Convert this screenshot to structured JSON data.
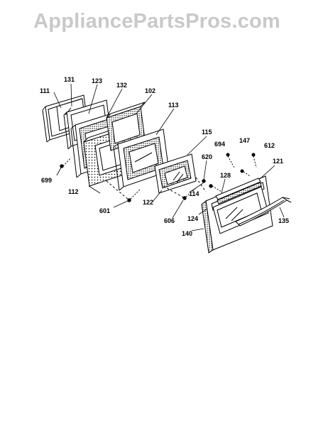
{
  "watermark": {
    "text": "AppliancePartsPros.com"
  },
  "callouts": {
    "c111": "111",
    "c131": "131",
    "c123": "123",
    "c132": "132",
    "c102": "102",
    "c113": "113",
    "c115": "115",
    "c694": "694",
    "c147": "147",
    "c612": "612",
    "c121": "121",
    "c620": "620",
    "c699": "699",
    "c112": "112",
    "c128": "128",
    "c122": "122",
    "c114": "114",
    "c601": "601",
    "c606": "606",
    "c124": "124",
    "c135": "135",
    "c140": "140"
  },
  "colors": {
    "line": "#000000",
    "watermark": "#c9c9c9",
    "background": "#ffffff"
  }
}
